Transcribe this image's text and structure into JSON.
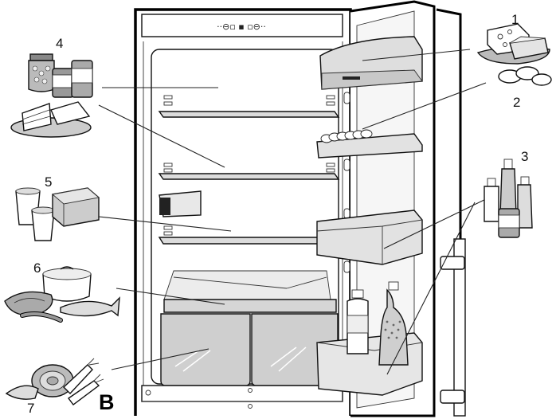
{
  "figure_label": "B",
  "control_panel": {
    "symbols": "··⊖▫ ▪ ▫⊖··"
  },
  "callouts": [
    {
      "number": "1",
      "food": "cheese"
    },
    {
      "number": "2",
      "food": "eggs"
    },
    {
      "number": "3",
      "food": "bottles-and-cans"
    },
    {
      "number": "4",
      "food": "jars-cans-cakes"
    },
    {
      "number": "5",
      "food": "yoghurt-butter"
    },
    {
      "number": "6",
      "food": "meat-fish-sausage"
    },
    {
      "number": "7",
      "food": "vegetables"
    }
  ]
}
